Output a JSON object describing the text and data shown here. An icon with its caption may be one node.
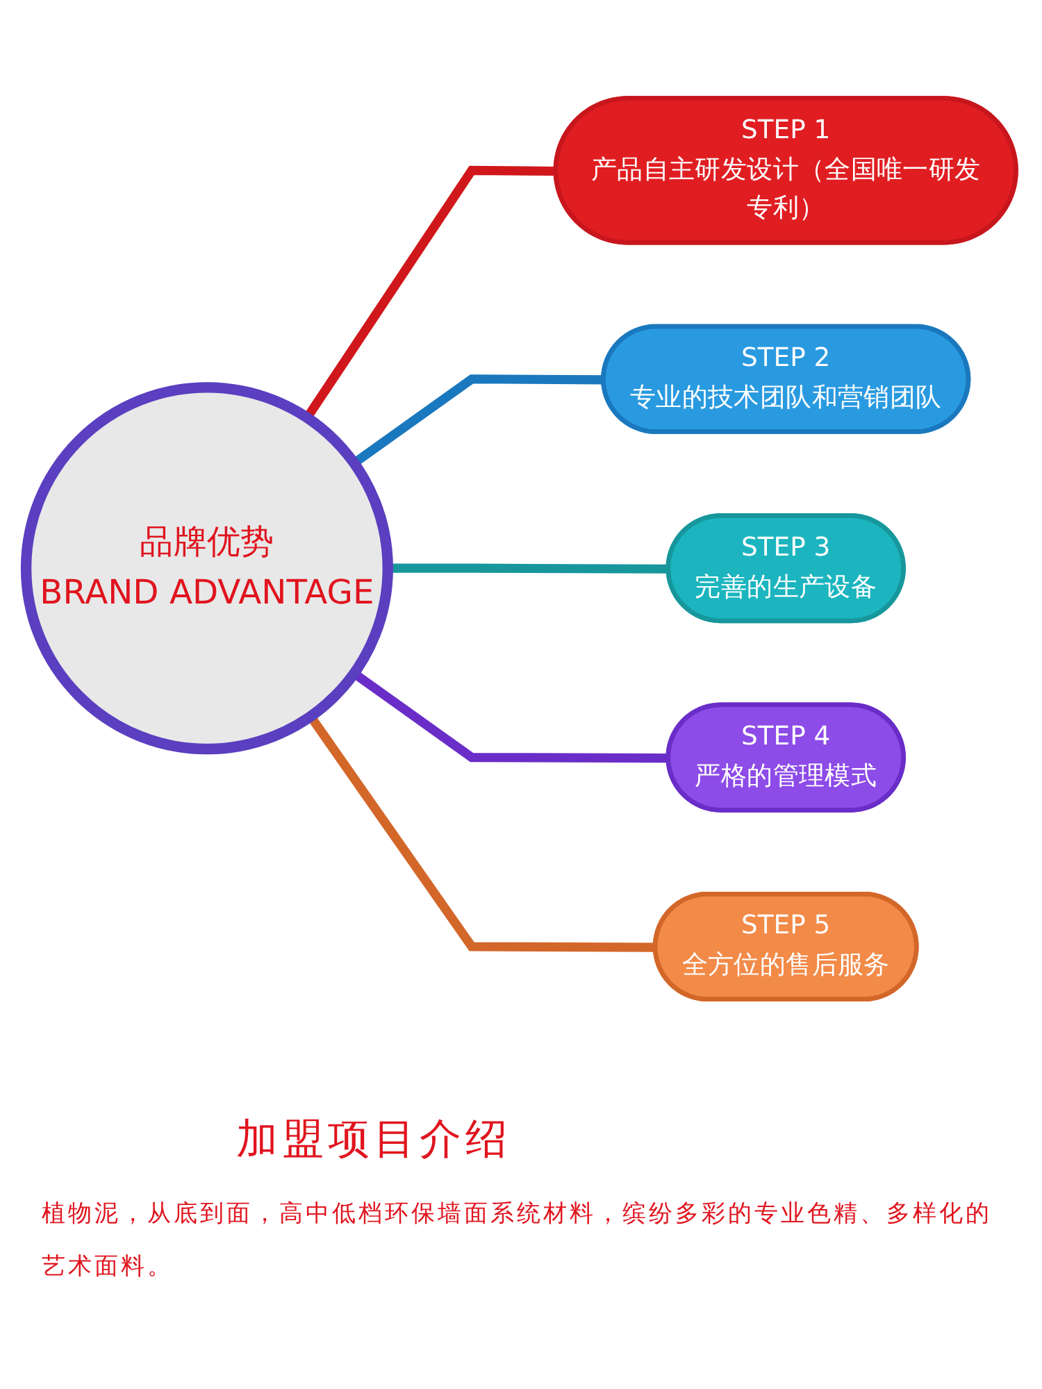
{
  "diagram": {
    "nodes": [
      {
        "text": [
          "品牌优势",
          "BRAND ADVANTAGE"
        ]
      },
      {
        "text": [
          "STEP 1",
          "产品自主研发设计（全国唯一研发专利）"
        ]
      },
      {
        "text": [
          "STEP 2",
          "专业的技术团队和营销团队"
        ]
      },
      {
        "text": [
          "STEP 3",
          "完善的生产设备"
        ]
      },
      {
        "text": [
          "STEP 4",
          "严格的管理模式"
        ]
      },
      {
        "text": [
          "STEP 5",
          "全方位的售后服务"
        ]
      }
    ],
    "edges": [
      {
        "from": 0,
        "to": 1,
        "arrow": "none",
        "color": "#d0171b"
      },
      {
        "from": 0,
        "to": 2,
        "arrow": "none",
        "color": "#1a78be"
      },
      {
        "from": 0,
        "to": 3,
        "arrow": "none",
        "color": "#17979c"
      },
      {
        "from": 0,
        "to": 4,
        "arrow": "none",
        "color": "#6a2dc8"
      },
      {
        "from": 0,
        "to": 5,
        "arrow": "none",
        "color": "#d3672a"
      }
    ],
    "labels": [
      "加盟项目介绍",
      "植物泥，从底到面，高中低档环保墙面系统材料，缤纷多彩的专业色精、多样化的艺术面料。"
    ]
  }
}
